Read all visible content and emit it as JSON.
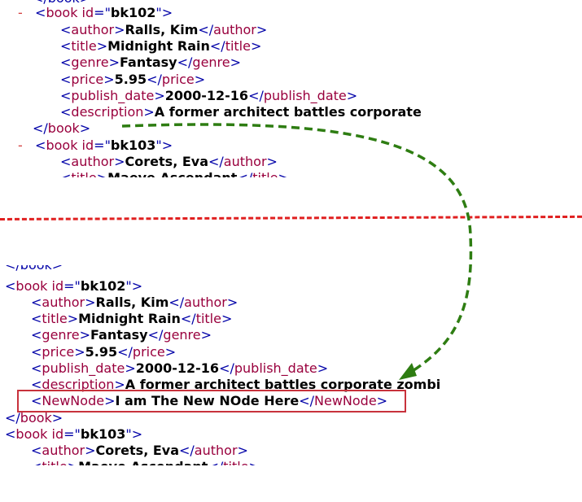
{
  "top": {
    "partial_first": "</book>",
    "book102": {
      "collapse": "-",
      "open": "book",
      "attr_name": "id",
      "attr_value": "bk102",
      "close": "book",
      "children": [
        {
          "tag": "author",
          "value": "Ralls, Kim"
        },
        {
          "tag": "title",
          "value": "Midnight Rain"
        },
        {
          "tag": "genre",
          "value": "Fantasy"
        },
        {
          "tag": "price",
          "value": "5.95"
        },
        {
          "tag": "publish_date",
          "value": "2000-12-16"
        },
        {
          "tag": "description",
          "value": "A former architect battles corporate"
        }
      ]
    },
    "book103": {
      "collapse": "-",
      "open": "book",
      "attr_name": "id",
      "attr_value": "bk103",
      "children": [
        {
          "tag": "author",
          "value": "Corets, Eva"
        },
        {
          "tag": "title",
          "value": "Maeve Ascendant"
        }
      ]
    }
  },
  "bottom": {
    "partial_first": "</book>",
    "book102": {
      "open": "book",
      "attr_name": "id",
      "attr_value": "bk102",
      "close": "book",
      "children": [
        {
          "tag": "author",
          "value": "Ralls, Kim"
        },
        {
          "tag": "title",
          "value": "Midnight Rain"
        },
        {
          "tag": "genre",
          "value": "Fantasy"
        },
        {
          "tag": "price",
          "value": "5.95"
        },
        {
          "tag": "publish_date",
          "value": "2000-12-16"
        },
        {
          "tag": "description",
          "value": "A former architect battles corporate zombi"
        }
      ],
      "new_node": {
        "tag": "NewNode",
        "value": "I am The New NOde Here"
      }
    },
    "book103": {
      "open": "book",
      "attr_name": "id",
      "attr_value": "bk103",
      "children": [
        {
          "tag": "author",
          "value": "Corets, Eva"
        },
        {
          "tag": "title",
          "value": "Maeve Ascendant"
        }
      ]
    }
  },
  "colors": {
    "tag_name": "#99003d",
    "bracket": "#0000a8",
    "divider": "#e02020",
    "arrow": "#2e7d12",
    "highlight_box": "#c8323c"
  }
}
